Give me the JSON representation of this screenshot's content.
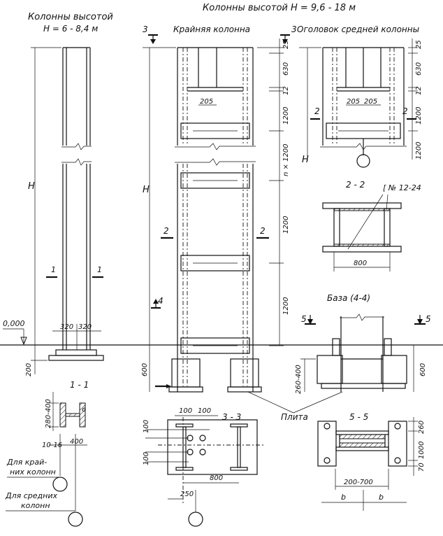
{
  "titles": {
    "left_title": "Колонны высотой",
    "left_height": "Н = 6 - 8,4 м",
    "right_title": "Колонны высотой  Н = 9,6 - 18 м",
    "edge_column": "Крайняя колонна",
    "mid_cap": "Оголовок средней колонны",
    "section_22": "2 - 2",
    "base_44": "База (4-4)",
    "section_11": "1 - 1",
    "section_33": "3 - 3",
    "section_55": "5 - 5",
    "plate": "Плита",
    "for_edge": "Для край-\nних колонн",
    "for_edge_l1": "Для край-",
    "for_edge_l2": "них колонн",
    "for_mid_l1": "Для средних",
    "for_mid_l2": "колонн",
    "channel": "[ № 12-24"
  },
  "marks": {
    "n3": "3",
    "n2": "2",
    "n1": "1",
    "n4": "4",
    "n5": "5",
    "H": "H",
    "level": "0,000"
  },
  "dims": {
    "d25": "25",
    "d630": "630",
    "d12": "12",
    "d1200": "1200",
    "dn1200": "n × 1200",
    "d205": "205",
    "d320": "320",
    "d200": "200",
    "d600": "600",
    "d800": "800",
    "d260_400": "260-400",
    "d280_400": "280-400",
    "d10_16": "10-16",
    "d400": "400",
    "d100": "100",
    "d250": "250",
    "d260": "260",
    "d1000": "1000",
    "d70": "70",
    "d200_700": "200-700",
    "b": "b",
    "e": "e"
  }
}
